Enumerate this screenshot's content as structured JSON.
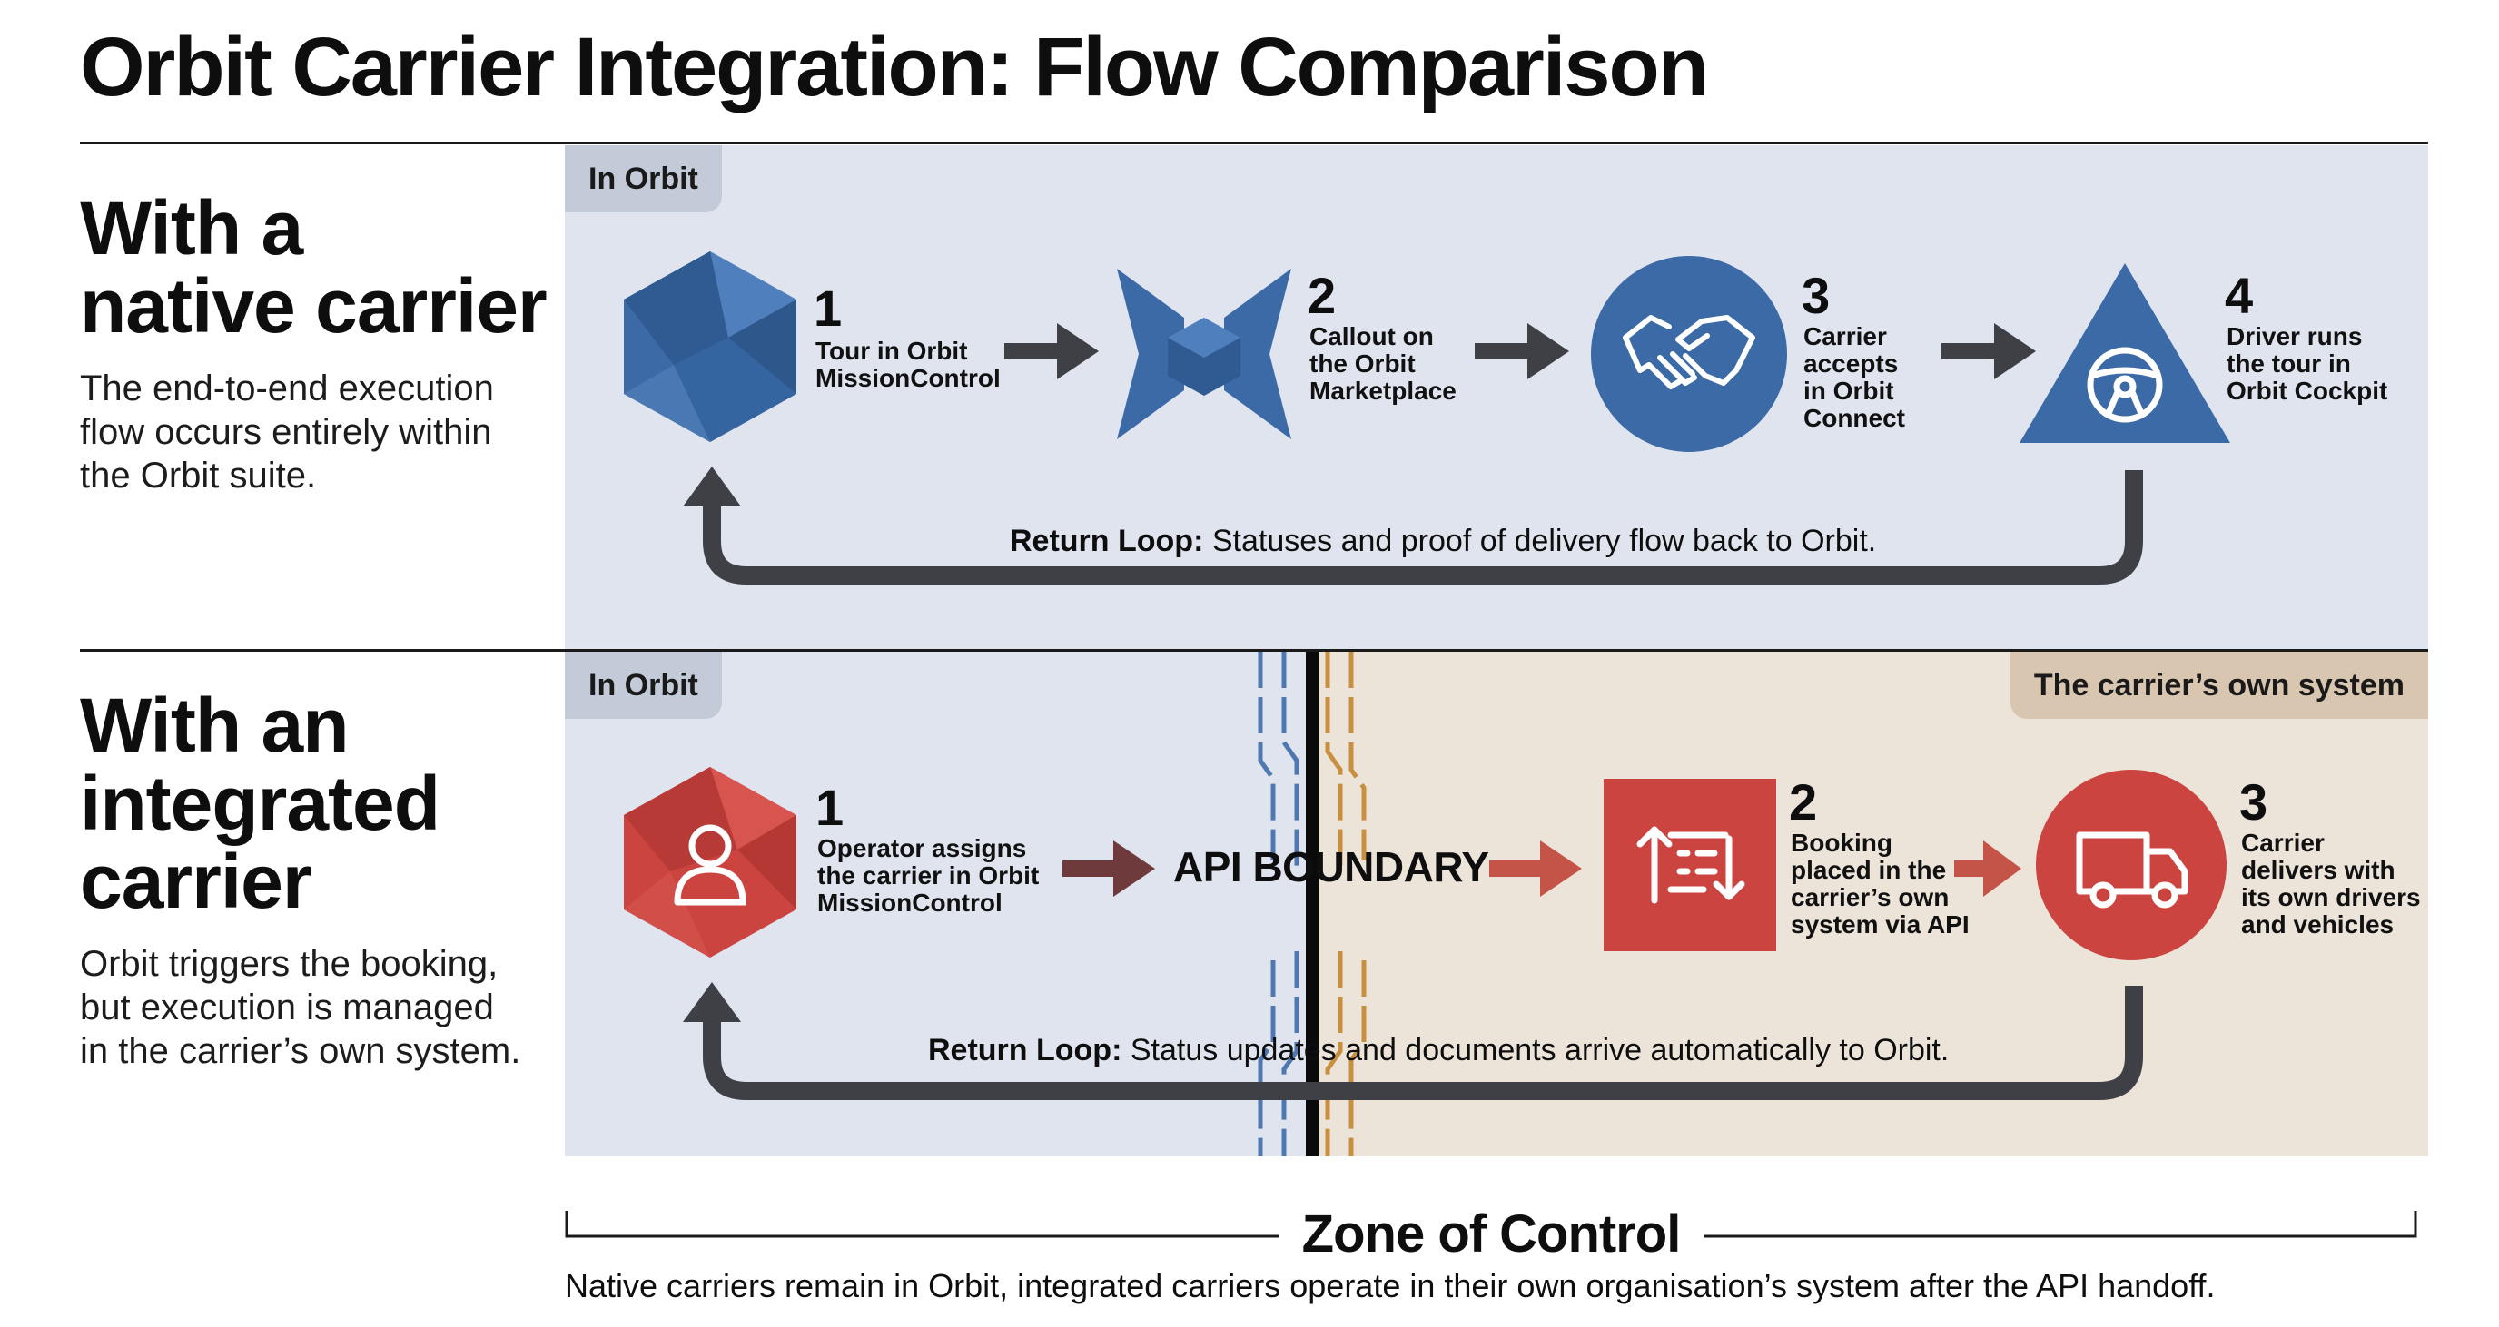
{
  "title": "Orbit Carrier Integration: Flow Comparison",
  "colors": {
    "blue": "#3b6aa6",
    "red": "#cc4440",
    "panel_blue": "#dfe4ef",
    "panel_beige": "#ece3d9",
    "arrow_dark": "#3f3f46"
  },
  "native": {
    "heading": [
      "With a",
      "native carrier"
    ],
    "description": [
      "The end-to-end execution",
      "flow occurs entirely within",
      "the Orbit suite."
    ],
    "zone_label": "In Orbit",
    "steps": [
      {
        "num": "1",
        "label": [
          "Tour in Orbit",
          "MissionControl"
        ],
        "icon": "hexagon-icon"
      },
      {
        "num": "2",
        "label": [
          "Callout on",
          "the Orbit",
          "Marketplace"
        ],
        "icon": "marketplace-icon"
      },
      {
        "num": "3",
        "label": [
          "Carrier",
          "accepts",
          "in Orbit",
          "Connect"
        ],
        "icon": "handshake-icon"
      },
      {
        "num": "4",
        "label": [
          "Driver runs",
          "the tour in",
          "Orbit Cockpit"
        ],
        "icon": "steering-wheel-icon"
      }
    ],
    "loop_bold": "Return Loop:",
    "loop_text": " Statuses and proof of delivery flow back to Orbit."
  },
  "integrated": {
    "heading": [
      "With an",
      "integrated",
      "carrier"
    ],
    "description": [
      "Orbit triggers the booking,",
      "but execution is managed",
      "in the carrier’s own system."
    ],
    "zone_label_left": "In Orbit",
    "zone_label_right": "The carrier’s own system",
    "api_label": "API BOUNDARY",
    "steps": [
      {
        "num": "1",
        "label": [
          "Operator assigns",
          "the carrier in Orbit",
          "MissionControl"
        ],
        "icon": "user-icon"
      },
      {
        "num": "2",
        "label": [
          "Booking",
          "placed in the",
          "carrier’s own",
          "system via API"
        ],
        "icon": "booking-list-icon"
      },
      {
        "num": "3",
        "label": [
          "Carrier",
          "delivers with",
          "its own drivers",
          "and vehicles"
        ],
        "icon": "truck-icon"
      }
    ],
    "loop_bold": "Return Loop:",
    "loop_text": " Status updates and documents arrive automatically to Orbit."
  },
  "zone_of_control": "Zone of Control",
  "footer": "Native carriers remain in Orbit, integrated carriers operate in their own organisation’s system after the API handoff."
}
